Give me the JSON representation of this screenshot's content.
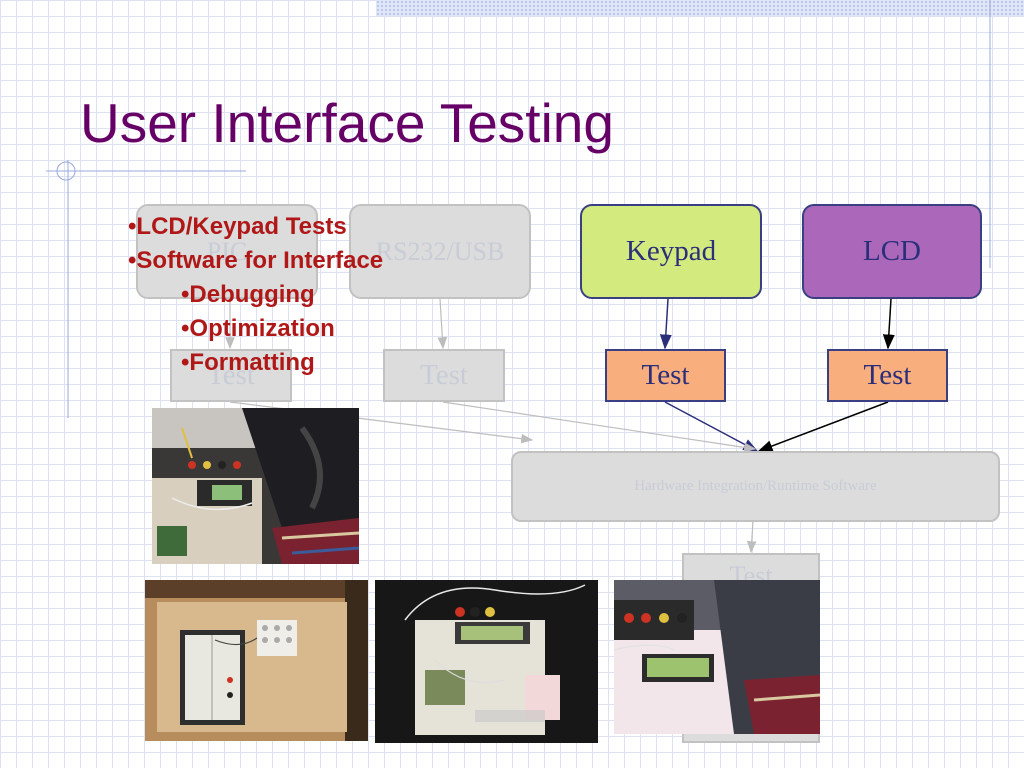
{
  "slide": {
    "title": "User Interface Testing",
    "bullets": [
      {
        "text": "LCD/Keypad Tests",
        "level": 1
      },
      {
        "text": "Software for Interface",
        "level": 1
      },
      {
        "text": "Debugging",
        "level": 2
      },
      {
        "text": "Optimization",
        "level": 2
      },
      {
        "text": "Formatting",
        "level": 2
      }
    ],
    "bullet_glyph": "•"
  },
  "diagram": {
    "keypad_label": "Keypad",
    "lcd_label": "LCD",
    "test_label": "Test",
    "faded_box_1": "PIC",
    "faded_box_2": "RS232/USB",
    "faded_test_1": "Test",
    "faded_test_2": "Test",
    "integration_label": "Hardware Integration/Runtime Software",
    "faded_bottom_label": "Test"
  },
  "colors": {
    "title": "#660066",
    "bullet_text": "#b01818",
    "keypad_fill": "#d3ea7e",
    "lcd_fill": "#ab68ba",
    "test_fill": "#f8ae7d",
    "box_border": "#3a3f82"
  }
}
